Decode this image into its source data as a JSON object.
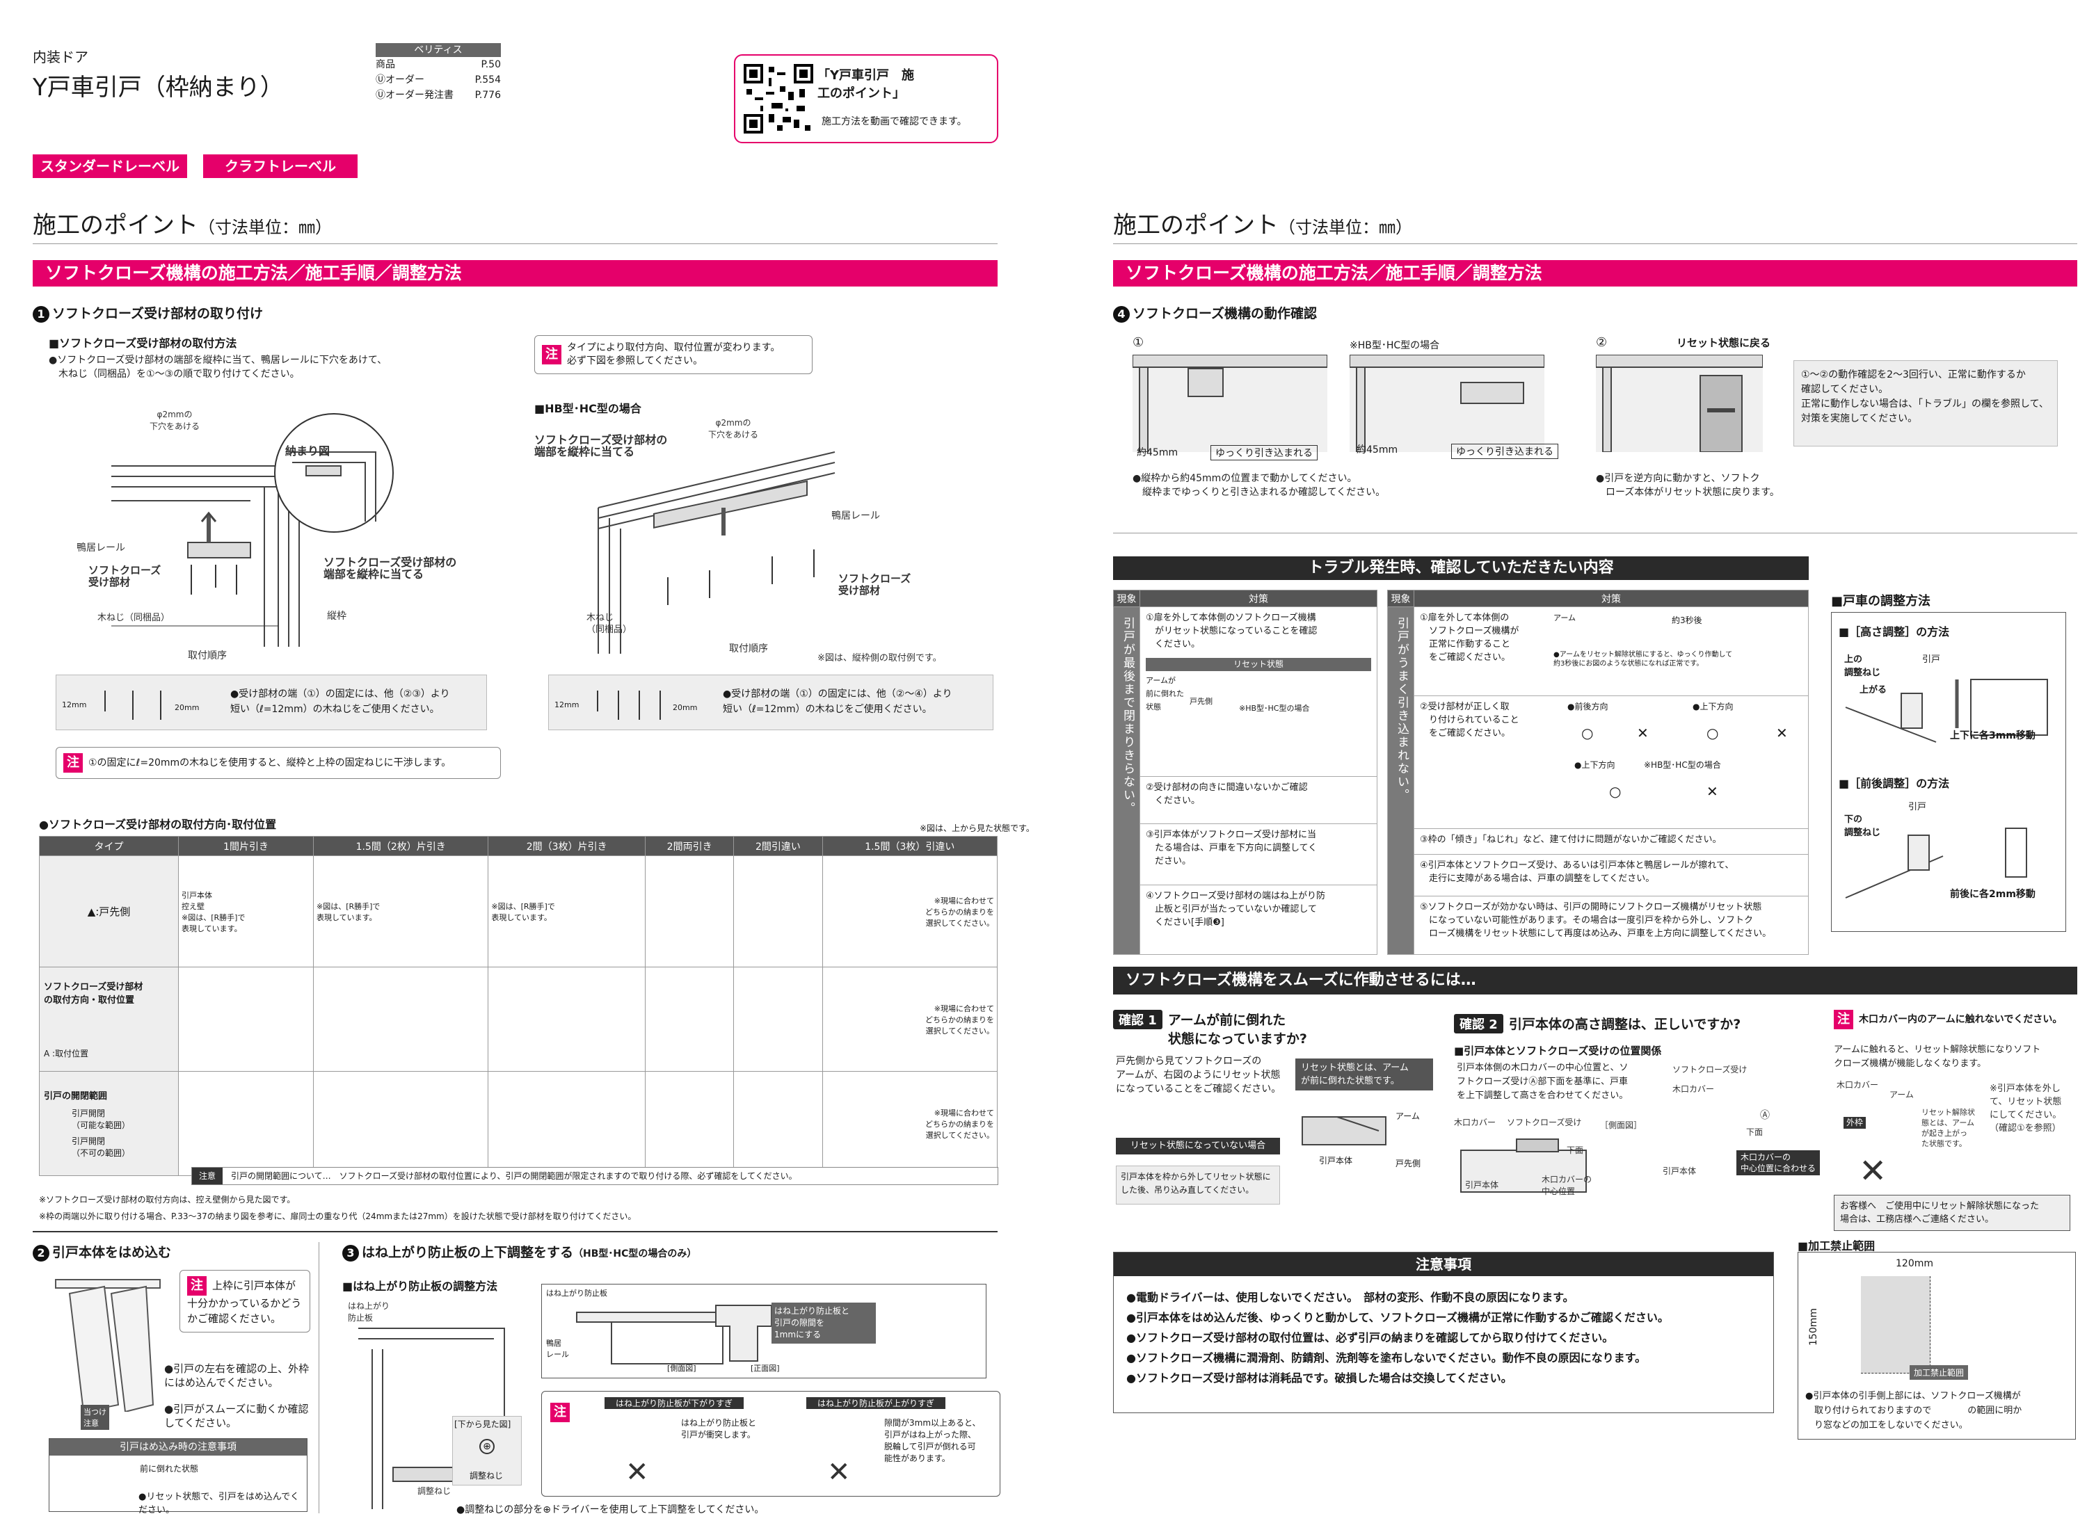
{
  "header": {
    "category": "内装ドア",
    "title": "Y戸車引戸（枠納まり）",
    "catalog_label": "ベリティス",
    "catalog_rows": [
      {
        "name": "商品",
        "page": "P.50"
      },
      {
        "name": "Ⓤオーダー",
        "page": "P.554"
      },
      {
        "name": "Ⓤオーダー発注書",
        "page": "P.776"
      }
    ],
    "qr_title": "「Y戸車引戸　施工のポイント」",
    "qr_desc": "施工方法を動画で確認できます。",
    "level_tabs": [
      "スタンダードレーベル",
      "クラフトレーベル"
    ]
  },
  "left": {
    "title": "施工のポイント",
    "title_unit": "（寸法単位：㎜）",
    "section_bar": "ソフトクローズ機構の施工方法／施工手順／調整方法",
    "step1": {
      "num": "1",
      "title": "ソフトクローズ受け部材の取り付け",
      "sub": "■ソフトクローズ受け部材の取付方法",
      "desc": "●ソフトクローズ受け部材の端部を縦枠に当て、鴨居レールに下穴をあけて、\n　木ねじ（同梱品）を①～③の順で取り付けてください。",
      "labels": {
        "hole": "φ2mmの\n下穴をあける",
        "osamari": "納まり図",
        "kamoi": "鴨居レール",
        "part": "ソフトクローズ\n受け部材",
        "screw": "木ねじ（同梱品）",
        "edge": "ソフトクローズ受け部材の\n端部を縦枠に当てる",
        "tatewaku": "縦枠",
        "order": "取付順序"
      },
      "screw_note": "●受け部材の端（①）の固定には、他（②③）より\n短い（ℓ=12mm）の木ねじをご使用ください。",
      "dim12": "12mm",
      "dim20": "20mm",
      "caution": "①の固定にℓ=20mmの木ねじを使用すると、縦枠と上枠の固定ねじに干渉します。"
    },
    "hbhc": {
      "caution": "タイプにより取付方向、取付位置が変わります。\n必ず下図を参照してください。",
      "sub": "■HB型･HC型の場合",
      "hole": "φ2mmの\n下穴をあける",
      "edge": "ソフトクローズ受け部材の\n端部を縦枠に当てる",
      "kamoi": "鴨居レール",
      "part": "ソフトクローズ\n受け部材",
      "screw": "木ねじ\n（同梱品）",
      "order": "取付順序",
      "note": "※図は、縦枠側の取付例です。",
      "screw_note": "●受け部材の端（①）の固定には、他（②～④）より\n短い（ℓ=12mm）の木ねじをご使用ください。",
      "dim12": "12mm",
      "dim20": "20mm"
    },
    "table": {
      "title": "●ソフトクローズ受け部材の取付方向･取付位置",
      "note_top": "※図は、上から見た状態です。",
      "headers": [
        "タイプ",
        "1間片引き",
        "1.5間（2枚）片引き",
        "2間（3枚）片引き",
        "2間両引き",
        "2間引違い",
        "1.5間（3枚）引違い"
      ],
      "row1_label": "▲:戸先側",
      "row1_cells": [
        "引戸本体\n控え壁\n※図は、[R勝手]で\n表現しています。",
        "※図は、[R勝手]で\n表現しています。",
        "※図は、[R勝手]で\n表現しています。",
        "",
        "",
        "※現場に合わせて\nどちらかの納まりを\n選択してください。"
      ],
      "row2_label": "ソフトクローズ受け部材\nの取付方向・取付位置",
      "row2_legend": "A :取付位置",
      "row2_note": "※現場に合わせて\nどちらかの納まりを\n選択してください。",
      "row3_label": "引戸の開閉範囲",
      "row3_legend1": "引戸開閉\n（可能な範囲）",
      "row3_legend2": "引戸開閉\n（不可の範囲）",
      "row3_note": "※現場に合わせて\nどちらかの納まりを\n選択してください。",
      "caution_label": "注意",
      "caution_text": "引戸の開閉範囲について…　ソフトクローズ受け部材の取付位置により、引戸の開閉範囲が限定されますので取り付ける際、必ず確認をしてください。",
      "foot1": "※ソフトクローズ受け部材の取付方向は、控え壁側から見た図です。",
      "foot2": "※枠の両端以外に取り付ける場合、P.33～37の納まり図を参考に、扉同士の重なり代（24mmまたは27mm）を設けた状態で受け部材を取り付けてください。"
    },
    "step2": {
      "num": "2",
      "title": "引戸本体をはめ込む",
      "caution": "上枠に引戸本体が十分かかっているかどうかご確認ください。",
      "b1": "●引戸の左右を確認の上、外枠にはめ込んでください。",
      "b2": "●引戸がスムーズに動くか確認してください。",
      "tag": "当つけ\n注意",
      "warn_bar": "引戸はめ込み時の注意事項",
      "warn_state": "前に倒れた状態",
      "warn_text": "●リセット状態で、引戸をはめ込んでください。"
    },
    "step3": {
      "num": "3",
      "title": "はね上がり防止板の上下調整をする",
      "title_sm": "（HB型･HC型の場合のみ）",
      "sub": "■はね上がり防止板の調整方法",
      "l_plate": "はね上がり\n防止板",
      "l_kamoi": "鴨居\nレール",
      "l_side": "[側面図]",
      "l_front": "[正面図]",
      "l_bottom": "[下から見た図]",
      "l_screw1": "調整ねじ",
      "l_screw2": "調整ねじ",
      "l_plate2": "はね上がり防止板",
      "gap_text": "はね上がり防止板と\n引戸の隙間を\n1mmにする",
      "low_bar": "はね上がり防止板が下がりすぎ",
      "low_text": "はね上がり防止板と\n引戸が衝突します。",
      "high_bar": "はね上がり防止板が上がりすぎ",
      "high_text": "隙間が3mm以上あると、\n引戸がはね上がった際、\n脱輪して引戸が倒れる可\n能性があります。",
      "foot": "●調整ねじの部分を⊕ドライバーを使用して上下調整をしてください。"
    }
  },
  "right": {
    "title": "施工のポイント",
    "title_unit": "（寸法単位：㎜）",
    "section_bar": "ソフトクローズ機構の施工方法／施工手順／調整方法",
    "step4": {
      "num": "4",
      "title": "ソフトクローズ機構の動作確認",
      "p1": "①",
      "p2": "②",
      "hbhc": "※HB型･HC型の場合",
      "d45a": "約45mm",
      "d45b": "約45mm",
      "slow_a": "ゆっくり引き込まれる",
      "slow_b": "ゆっくり引き込まれる",
      "reset": "リセット状態に戻る",
      "note1": "●縦枠から約45mmの位置まで動かしてください。\n　縦枠までゆっくりと引き込まれるか確認してください。",
      "note2": "●引戸を逆方向に動かすと、ソフトク\n　ローズ本体がリセット状態に戻ります。",
      "info": "①～②の動作確認を2～3回行い、正常に動作するか\n確認してください。\n正常に動作しない場合は、「トラブル」の欄を参照して、\n対策を実施してください。"
    },
    "trouble": {
      "bar": "トラブル発生時、確認していただきたい内容",
      "h_phen": "現象",
      "h_meas": "対策",
      "a_phen": "引戸が最後まで閉まりきらない。",
      "a1": "①扉を外して本体側のソフトクローズ機構\n　がリセット状態になっていることを確認\n　ください。",
      "a_reset": "リセット状態",
      "a_arm": "アームが\n前に倒れた\n状態",
      "a_tosaki": "戸先側",
      "a_hbhc": "※HB型･HC型の場合",
      "a2": "②受け部材の向きに間違いないかご確認\n　ください。",
      "a3": "③引戸本体がソフトクローズ受け部材に当\n　たる場合は、戸車を下方向に調整してく\n　ださい。",
      "a4": "④ソフトクローズ受け部材の端はね上がり防\n　止板と引戸が当たっていないか確認して\n　ください[手順❸]",
      "b_phen": "引戸がうまく引き込まれない。",
      "b1": "①扉を外して本体側の\n　ソフトクローズ機構が\n　正常に作動すること\n　をご確認ください。",
      "b_arm": "アーム",
      "b_3s": "約3秒後",
      "b_armnote": "●アームをリセット解除状態にすると、ゆっくり作動して\n約3秒後にお図のような状態になれば正常です。",
      "b2": "②受け部材が正しく取\n　り付けられていること\n　をご確認ください。",
      "b_front": "●前後方向",
      "b_up": "●上下方向",
      "b_up2": "●上下方向",
      "b_hbhc": "※HB型･HC型の場合",
      "b3": "③枠の「傾き」「ねじれ」など、建て付けに問題がないかご確認ください。",
      "b4": "④引戸本体とソフトクローズ受け、あるいは引戸本体と鴨居レールが擦れて、\n　走行に支障がある場合は、戸車の調整をしてください。",
      "b5": "⑤ソフトクローズが効かない時は、引戸の開時にソフトクローズ機構がリセット状態\n　になっていない可能性があります。その場合は一度引戸を枠から外し、ソフトク\n　ローズ機構をリセット状態にして再度はめ込み、戸車を上方向に調整してください。"
    },
    "adjust": {
      "title": "■戸車の調整方法",
      "height": "■［高さ調整］の方法",
      "h_screw": "上の\n調整ねじ",
      "h_up": "上がる",
      "h_door": "引戸",
      "h_range": "上下に各3mm移動",
      "depth": "■［前後調整］の方法",
      "d_screw": "下の\n調整ねじ",
      "d_door": "引戸",
      "d_range": "前後に各2mm移動"
    },
    "smooth": {
      "bar": "ソフトクローズ機構をスムーズに作動させるには…",
      "c1_badge": "確認",
      "c1_num": "1",
      "c1_title": "アームが前に倒れた\n状態になっていますか?",
      "c1_text": "戸先側から見てソフトクローズの\nアームが、右図のようにリセット状態\nになっていることをご確認ください。",
      "c1_reset": "リセット状態とは、アーム\nが前に倒れた状態です。",
      "c1_arm": "アーム",
      "c1_body": "引戸本体",
      "c1_tosaki": "戸先側",
      "c1_bar2": "リセット状態になっていない場合",
      "c1_text2": "引戸本体を枠から外してリセット状態に\nした後、吊り込み直してください。",
      "c2_badge": "確認",
      "c2_num": "2",
      "c2_title": "引戸本体の高さ調整は、正しいですか?",
      "c2_sub": "■引戸本体とソフトクローズ受けの位置関係",
      "c2_text": "引戸本体側の木口カバーの中心位置と、ソ\nフトクローズ受けⒶ部下面を基準に、戸車\nを上下調整して高さを合わせてください。",
      "c2_kokuchi": "木口カバー",
      "c2_uke": "ソフトクローズ受け",
      "c2_side": "［側面図］",
      "c2_bottom": "下面",
      "c2_body": "引戸本体",
      "c2_center": "木口カバーの\n中心位置",
      "c2_uke2": "ソフトクローズ受け",
      "c2_kokuchi2": "木口カバー",
      "c2_a": "Ⓐ",
      "c2_bottom2": "下面",
      "c2_body2": "引戸本体",
      "c2_align": "木口カバーの\n中心位置に合わせる",
      "c3_caution": "木口カバー内のアームに触れないでください。",
      "c3_text": "アームに触れると、リセット解除状態になりソフト\nクローズ機構が機能しなくなります。",
      "c3_kokuchi": "木口カバー",
      "c3_arm": "アーム",
      "c3_gaiwaku": "外枠",
      "c3_note": "リセット解除状\n態とは、アーム\nが起き上がっ\nた状態です。",
      "c3_remove": "※引戸本体を外し\nて、リセット状態\nにしてください。\n（確認①を参照）",
      "c3_customer": "お客様へ　ご使用中にリセット解除状態になった\n場合は、工務店様へご連絡ください。"
    },
    "notes": {
      "bar": "注意事項",
      "items": [
        "●電動ドライバーは、使用しないでください。　部材の変形、作動不良の原因になります。",
        "●引戸本体をはめ込んだ後、ゆっくりと動かして、ソフトクローズ機構が正常に作動するかご確認ください。",
        "●ソフトクローズ受け部材の取付位置は、必ず引戸の納まりを確認してから取り付けてください。",
        "●ソフトクローズ機構に潤滑剤、防錆剤、洗剤等を塗布しないでください。動作不良の原因になります。",
        "●ソフトクローズ受け部材は消耗品です。破損した場合は交換してください。"
      ]
    },
    "kinshi": {
      "title": "■加工禁止範囲",
      "w": "120mm",
      "h": "150mm",
      "label": "加工禁止範囲",
      "note": "●引戸本体の引手側上部には、ソフトクローズ機構が\n　取り付けられておりますので　　　　の範囲に明か\n　り窓などの加工をしないでください。"
    }
  }
}
